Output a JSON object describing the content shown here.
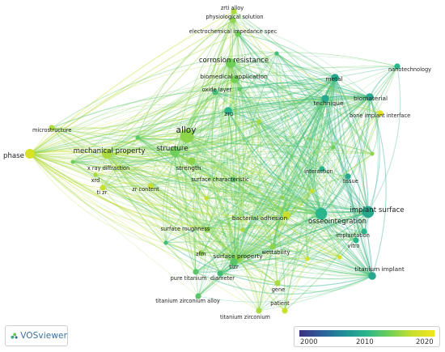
{
  "network": {
    "nodes": [
      {
        "id": "zrti-alloy",
        "label": "zrti alloy",
        "year": 2016,
        "weight": 1
      },
      {
        "id": "physiological-solution",
        "label": "physiological solution",
        "year": 2015,
        "weight": 1
      },
      {
        "id": "eis",
        "label": "electrochemical impedance spec",
        "year": 2014,
        "weight": 1
      },
      {
        "id": "corrosion-resistance",
        "label": "corrosion resistance",
        "year": 2014,
        "weight": 3
      },
      {
        "id": "biomedical-application",
        "label": "biomedical application",
        "year": 2014,
        "weight": 2
      },
      {
        "id": "oxide-layer",
        "label": "oxide layer",
        "year": 2012,
        "weight": 1
      },
      {
        "id": "zro",
        "label": "zro",
        "year": 2011,
        "weight": 2
      },
      {
        "id": "nanotechnology",
        "label": "nanotechnology",
        "year": 2011,
        "weight": 1
      },
      {
        "id": "metal",
        "label": "metal",
        "year": 2010,
        "weight": 2
      },
      {
        "id": "biomaterial",
        "label": "biomaterial",
        "year": 2010,
        "weight": 2
      },
      {
        "id": "technique",
        "label": "technique",
        "year": 2010,
        "weight": 2
      },
      {
        "id": "bone-implant-interface",
        "label": "bone implant interface",
        "year": 2019,
        "weight": 1
      },
      {
        "id": "microstructure",
        "label": "microstructure",
        "year": 2016,
        "weight": 1
      },
      {
        "id": "alloy",
        "label": "alloy",
        "year": 2015,
        "weight": 5
      },
      {
        "id": "phase",
        "label": "phase",
        "year": 2018,
        "weight": 3
      },
      {
        "id": "mechanical-property",
        "label": "mechanical property",
        "year": 2016,
        "weight": 3
      },
      {
        "id": "structure",
        "label": "structure",
        "year": 2014,
        "weight": 3
      },
      {
        "id": "x-ray-diffraction",
        "label": "x ray diffraction",
        "year": 2016,
        "weight": 1
      },
      {
        "id": "xrd",
        "label": "xrd",
        "year": 2016,
        "weight": 1
      },
      {
        "id": "strength",
        "label": "strength",
        "year": 2015,
        "weight": 2
      },
      {
        "id": "ti-zr",
        "label": "ti zr",
        "year": 2017,
        "weight": 1
      },
      {
        "id": "zr-content",
        "label": "zr content",
        "year": 2017,
        "weight": 1
      },
      {
        "id": "surface-characteristic",
        "label": "surface characteristic",
        "year": 2013,
        "weight": 1
      },
      {
        "id": "interaction",
        "label": "interaction",
        "year": 2011,
        "weight": 1
      },
      {
        "id": "tissue",
        "label": "tissue",
        "year": 2010,
        "weight": 1
      },
      {
        "id": "implant-surface",
        "label": "implant surface",
        "year": 2010,
        "weight": 4
      },
      {
        "id": "bacterial-adhesion",
        "label": "bacterial adhesion",
        "year": 2017,
        "weight": 2
      },
      {
        "id": "osseointegration",
        "label": "osseointegration",
        "year": 2011,
        "weight": 4
      },
      {
        "id": "implantation",
        "label": "implantation",
        "year": 2011,
        "weight": 1
      },
      {
        "id": "surface-roughness",
        "label": "surface roughness",
        "year": 2015,
        "weight": 1
      },
      {
        "id": "vitro",
        "label": "vitro",
        "year": 2011,
        "weight": 1
      },
      {
        "id": "afm",
        "label": "afm",
        "year": 2015,
        "weight": 1
      },
      {
        "id": "surface-property",
        "label": "surface property",
        "year": 2015,
        "weight": 2
      },
      {
        "id": "wettability",
        "label": "wettability",
        "year": 2015,
        "weight": 1
      },
      {
        "id": "tizr",
        "label": "tizr",
        "year": 2013,
        "weight": 2
      },
      {
        "id": "titanium-implant",
        "label": "titanium implant",
        "year": 2010,
        "weight": 2
      },
      {
        "id": "pure-titanium",
        "label": "pure titanium",
        "year": 2013,
        "weight": 1
      },
      {
        "id": "diameter",
        "label": "diameter",
        "year": 2012,
        "weight": 1
      },
      {
        "id": "gene",
        "label": "gene",
        "year": 2016,
        "weight": 1
      },
      {
        "id": "titanium-zirconium-alloy",
        "label": "titanium zirconium alloy",
        "year": 2013,
        "weight": 1
      },
      {
        "id": "patient",
        "label": "patient",
        "year": 2017,
        "weight": 1
      },
      {
        "id": "titanium-zirconium",
        "label": "titanium zirconium",
        "year": 2016,
        "weight": 1
      }
    ]
  },
  "branding": {
    "name": "VOSviewer"
  },
  "legend": {
    "ticks": [
      "2000",
      "2010",
      "2020"
    ],
    "colors": [
      "#3b2f85",
      "#2d5f99",
      "#1f8f98",
      "#2bb58a",
      "#6fcf59",
      "#c8df2d",
      "#f2e51d"
    ]
  }
}
